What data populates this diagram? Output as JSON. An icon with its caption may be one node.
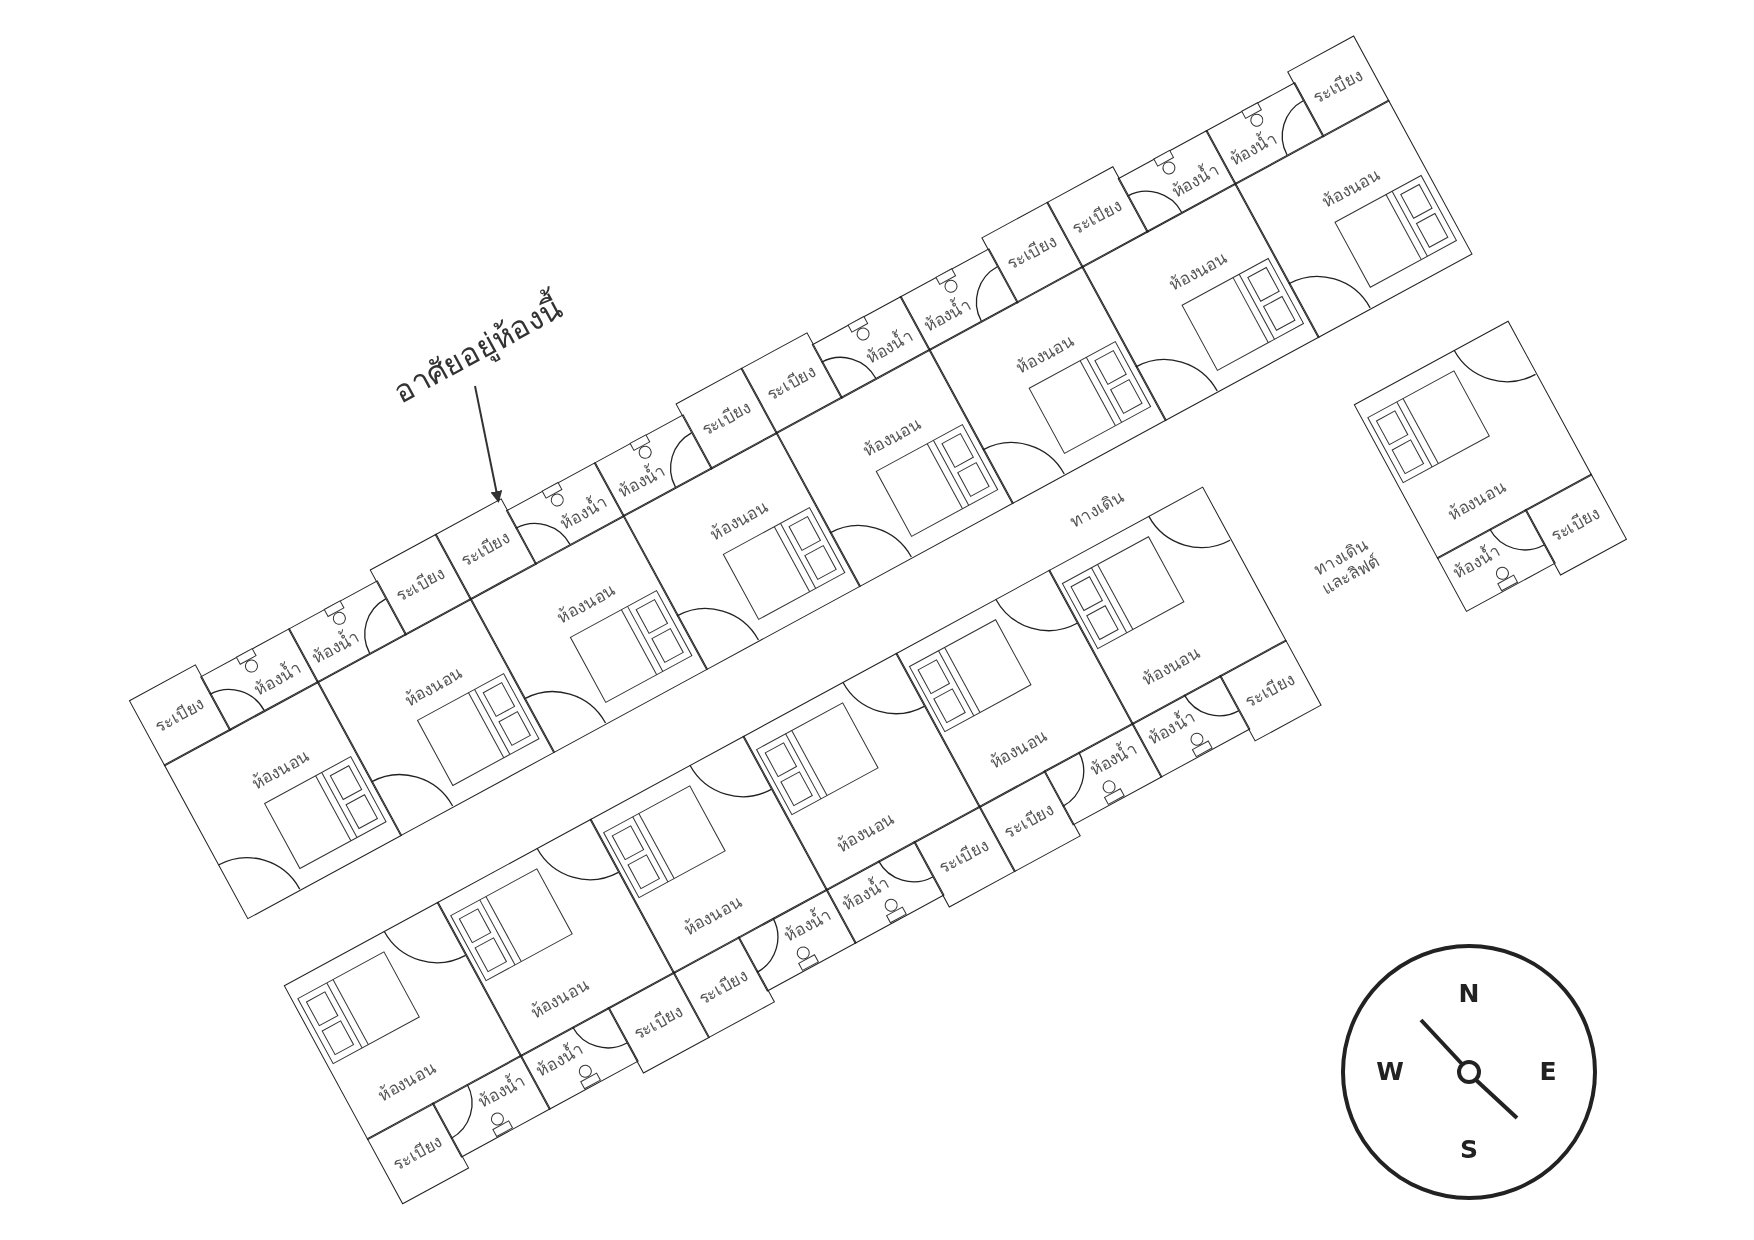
{
  "diagram": {
    "nodes": [
      {
        "text": [
          "อาศัยอยู่ห้องนี้"
        ]
      },
      {
        "text": [
          "ระเบียง"
        ]
      },
      {
        "text": [
          "ห้องน้ำ"
        ]
      },
      {
        "text": [
          "ห้องนอน"
        ]
      },
      {
        "text": [
          "ห้องน้ำ"
        ]
      },
      {
        "text": [
          "ระเบียง"
        ]
      },
      {
        "text": [
          "ห้องนอน"
        ]
      },
      {
        "text": [
          "ระเบียง"
        ]
      },
      {
        "text": [
          "ห้องน้ำ"
        ]
      },
      {
        "text": [
          "ห้องนอน"
        ]
      },
      {
        "text": [
          "ห้องน้ำ"
        ]
      },
      {
        "text": [
          "ระเบียง"
        ]
      },
      {
        "text": [
          "ห้องนอน"
        ]
      },
      {
        "text": [
          "ระเบียง"
        ]
      },
      {
        "text": [
          "ห้องน้ำ"
        ]
      },
      {
        "text": [
          "ห้องนอน"
        ]
      },
      {
        "text": [
          "ห้องน้ำ"
        ]
      },
      {
        "text": [
          "ระเบียง"
        ]
      },
      {
        "text": [
          "ห้องนอน"
        ]
      },
      {
        "text": [
          "ระเบียง"
        ]
      },
      {
        "text": [
          "ห้องน้ำ"
        ]
      },
      {
        "text": [
          "ห้องนอน"
        ]
      },
      {
        "text": [
          "ห้องน้ำ"
        ]
      },
      {
        "text": [
          "ระเบียง"
        ]
      },
      {
        "text": [
          "ห้องนอน"
        ]
      },
      {
        "text": [
          "ระเบียง"
        ]
      },
      {
        "text": [
          "ห้องน้ำ"
        ]
      },
      {
        "text": [
          "ห้องนอน"
        ]
      },
      {
        "text": [
          "ห้องน้ำ"
        ]
      },
      {
        "text": [
          "ระเบียง"
        ]
      },
      {
        "text": [
          "ห้องนอน"
        ]
      },
      {
        "text": [
          "ระเบียง"
        ]
      },
      {
        "text": [
          "ห้องน้ำ"
        ]
      },
      {
        "text": [
          "ห้องนอน"
        ]
      },
      {
        "text": [
          "ห้องน้ำ"
        ]
      },
      {
        "text": [
          "ระเบียง"
        ]
      },
      {
        "text": [
          "ห้องนอน"
        ]
      },
      {
        "text": [
          "ระเบียง"
        ]
      },
      {
        "text": [
          "ห้องน้ำ"
        ]
      },
      {
        "text": [
          "ห้องนอน"
        ]
      },
      {
        "text": [
          "ห้องน้ำ"
        ]
      },
      {
        "text": [
          "ระเบียง"
        ]
      },
      {
        "text": [
          "ห้องนอน"
        ]
      },
      {
        "text": [
          "ห้องน้ำ"
        ]
      },
      {
        "text": [
          "ระเบียง"
        ]
      },
      {
        "text": [
          "ห้องนอน"
        ]
      }
    ],
    "edges": [
      {
        "from": 0,
        "to": 7,
        "arrow": "to"
      }
    ],
    "labels": [
      "ทางเดิน",
      "ทางเดินและลิฟต์",
      "N",
      "E",
      "S",
      "W"
    ]
  }
}
